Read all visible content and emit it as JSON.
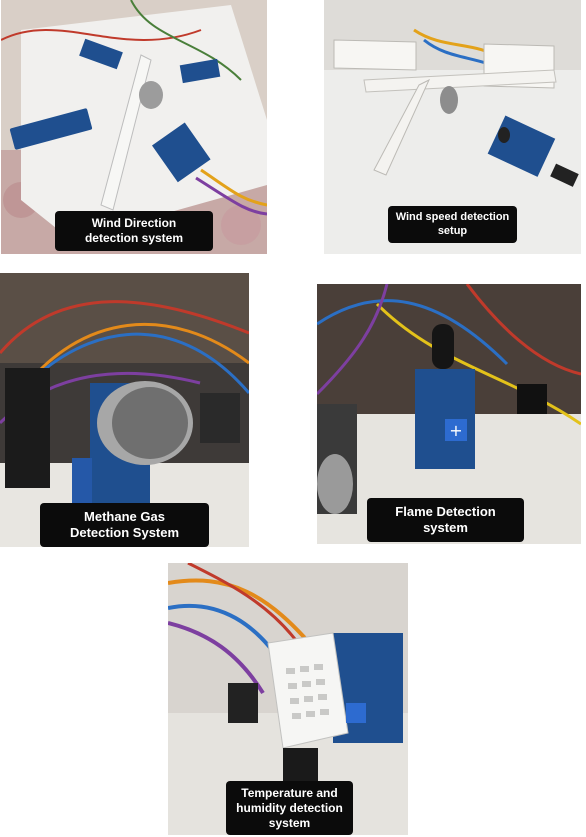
{
  "panels": [
    {
      "caption": "Wind Direction\ndetection system",
      "subject": "wind direction detection"
    },
    {
      "caption": "Wind speed detection\nsetup",
      "subject": "wind speed detection"
    },
    {
      "caption": "Methane Gas\nDetection System",
      "subject": "methane gas sensor"
    },
    {
      "caption": "Flame Detection\nsystem",
      "subject": "flame sensor"
    },
    {
      "caption": "Temperature and\nhumidity detection\nsystem",
      "subject": "temperature humidity sensor"
    }
  ],
  "colors": {
    "caption_bg": "#0b0b0b",
    "caption_text": "#ffffff",
    "pcb_blue": "#1f4f8f",
    "breadboard": "#e8e6e1"
  }
}
